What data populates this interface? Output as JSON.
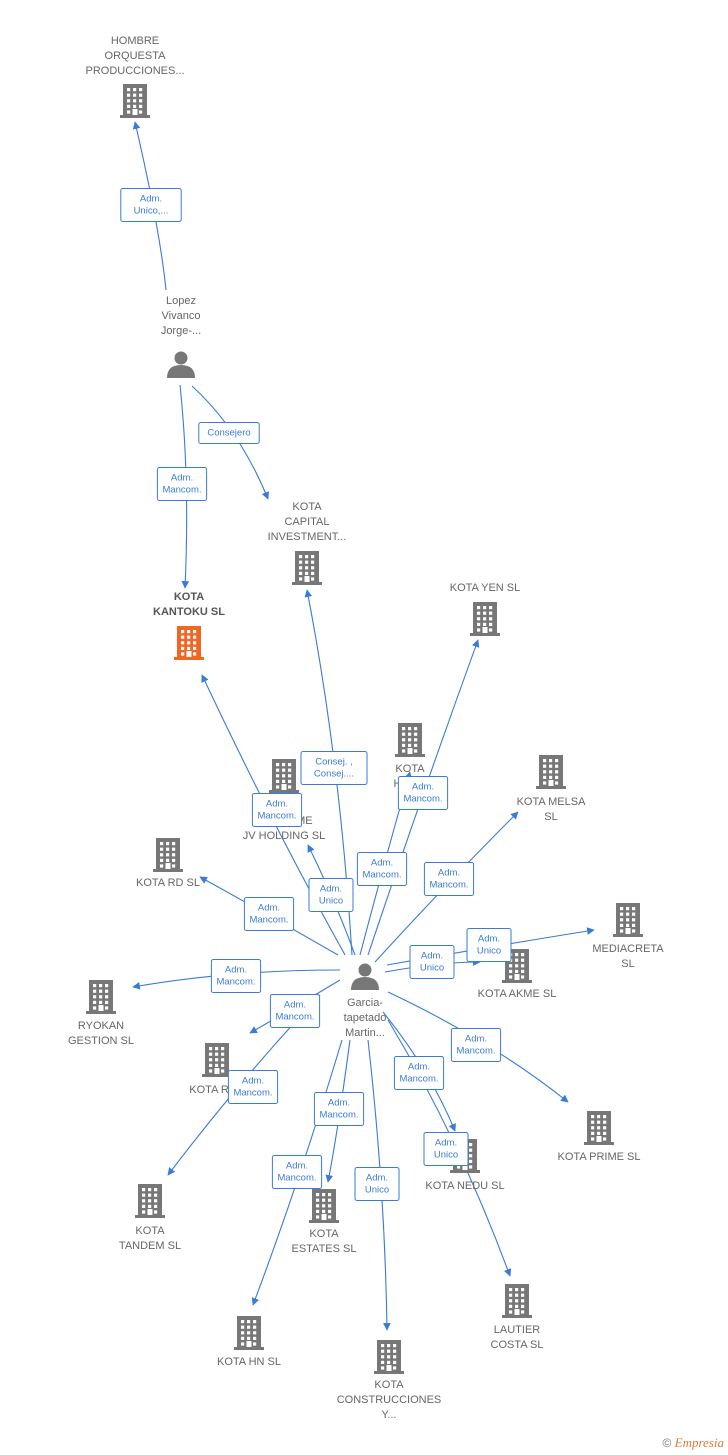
{
  "colors": {
    "edge": "#3a7bd5",
    "building": "#777777",
    "main_building": "#f26522",
    "person": "#777777"
  },
  "nodes": [
    {
      "id": "hombre",
      "type": "company",
      "label": [
        "HOMBRE",
        "ORQUESTA",
        "PRODUCCIONES..."
      ],
      "icon": "building-icon"
    },
    {
      "id": "lopez",
      "type": "person",
      "label": [
        "Lopez",
        "Vivanco",
        "Jorge-..."
      ],
      "icon": "person-icon"
    },
    {
      "id": "kantoku",
      "type": "company",
      "main": true,
      "label": [
        "KOTA",
        "KANTOKU  SL"
      ],
      "icon": "building-icon"
    },
    {
      "id": "capital",
      "type": "company",
      "label": [
        "KOTA",
        "CAPITAL",
        "INVESTMENT..."
      ],
      "icon": "building-icon"
    },
    {
      "id": "yen",
      "type": "company",
      "label": [
        "KOTA YEN  SL"
      ],
      "icon": "building-icon"
    },
    {
      "id": "hur",
      "type": "company",
      "label": [
        "KOTA",
        "HUR..."
      ],
      "icon": "building-icon"
    },
    {
      "id": "melsa",
      "type": "company",
      "label": [
        "KOTA MELSA",
        "SL"
      ],
      "icon": "building-icon"
    },
    {
      "id": "jv",
      "type": "company",
      "label": [
        "KOTA ...ME",
        "JV HOLDING SL"
      ],
      "icon": "building-icon"
    },
    {
      "id": "rd",
      "type": "company",
      "label": [
        "KOTA RD  SL"
      ],
      "icon": "building-icon"
    },
    {
      "id": "mediacreta",
      "type": "company",
      "label": [
        "MEDIACRETA",
        "SL"
      ],
      "icon": "building-icon"
    },
    {
      "id": "akme",
      "type": "company",
      "label": [
        "KOTA AKME  SL"
      ],
      "icon": "building-icon"
    },
    {
      "id": "garcia",
      "type": "person",
      "label": [
        "Garcia-",
        "tapetado",
        "Martin..."
      ],
      "icon": "person-icon"
    },
    {
      "id": "ryokan",
      "type": "company",
      "label": [
        "RYOKAN",
        "GESTION  SL"
      ],
      "icon": "building-icon"
    },
    {
      "id": "rz",
      "type": "company",
      "label": [
        "KOTA RZ..."
      ],
      "icon": "building-icon"
    },
    {
      "id": "prime",
      "type": "company",
      "label": [
        "KOTA PRIME  SL"
      ],
      "icon": "building-icon"
    },
    {
      "id": "nedu",
      "type": "company",
      "label": [
        "KOTA NEDU  SL"
      ],
      "icon": "building-icon"
    },
    {
      "id": "tandem",
      "type": "company",
      "label": [
        "KOTA",
        "TANDEM  SL"
      ],
      "icon": "building-icon"
    },
    {
      "id": "estates",
      "type": "company",
      "label": [
        "KOTA",
        "ESTATES  SL"
      ],
      "icon": "building-icon"
    },
    {
      "id": "lautier",
      "type": "company",
      "label": [
        "LAUTIER",
        "COSTA SL"
      ],
      "icon": "building-icon"
    },
    {
      "id": "hn",
      "type": "company",
      "label": [
        "KOTA HN  SL"
      ],
      "icon": "building-icon"
    },
    {
      "id": "construcciones",
      "type": "company",
      "label": [
        "KOTA",
        "CONSTRUCCIONES",
        "Y..."
      ],
      "icon": "building-icon"
    }
  ],
  "relations": [
    {
      "from": "lopez",
      "to": "hombre",
      "label": [
        "Adm.",
        "Unico,..."
      ]
    },
    {
      "from": "lopez",
      "to": "capital",
      "label": [
        "Consejero"
      ]
    },
    {
      "from": "lopez",
      "to": "kantoku",
      "label": [
        "Adm.",
        "Mancom."
      ]
    },
    {
      "from": "garcia",
      "to": "capital",
      "label": [
        "Consej. ,",
        "Consej...."
      ]
    },
    {
      "from": "garcia",
      "to": "kantoku",
      "label": [
        "Adm.",
        "Mancom."
      ]
    },
    {
      "from": "garcia",
      "to": "yen",
      "label": [
        "Adm.",
        "Mancom."
      ]
    },
    {
      "from": "garcia",
      "to": "hur",
      "label": [
        "Adm.",
        "Mancom."
      ]
    },
    {
      "from": "garcia",
      "to": "jv",
      "label": [
        "Adm.",
        "Unico"
      ]
    },
    {
      "from": "garcia",
      "to": "melsa",
      "label": [
        "Adm.",
        "Mancom."
      ]
    },
    {
      "from": "garcia",
      "to": "rd",
      "label": [
        "Adm.",
        "Mancom."
      ]
    },
    {
      "from": "garcia",
      "to": "mediacreta",
      "label": [
        "Adm.",
        "Unico"
      ]
    },
    {
      "from": "garcia",
      "to": "akme",
      "label": [
        "Adm.",
        "Unico"
      ]
    },
    {
      "from": "garcia",
      "to": "ryokan",
      "label": [
        "Adm.",
        "Mancom."
      ]
    },
    {
      "from": "garcia",
      "to": "rz",
      "label": [
        "Adm.",
        "Mancom."
      ]
    },
    {
      "from": "garcia",
      "to": "prime",
      "label": [
        "Adm.",
        "Mancom."
      ]
    },
    {
      "from": "garcia",
      "to": "nedu",
      "label": [
        "Adm.",
        "Mancom."
      ]
    },
    {
      "from": "garcia",
      "to": "tandem",
      "label": [
        "Adm.",
        "Mancom."
      ]
    },
    {
      "from": "garcia",
      "to": "estates",
      "label": [
        "Adm.",
        "Mancom."
      ]
    },
    {
      "from": "garcia",
      "to": "lautier",
      "label": [
        "Adm.",
        "Unico"
      ]
    },
    {
      "from": "garcia",
      "to": "hn",
      "label": [
        "Adm.",
        "Mancom."
      ]
    },
    {
      "from": "garcia",
      "to": "construcciones",
      "label": [
        "Adm.",
        "Unico"
      ]
    }
  ],
  "footer": {
    "copyright": "©",
    "brand": "Empresia"
  }
}
